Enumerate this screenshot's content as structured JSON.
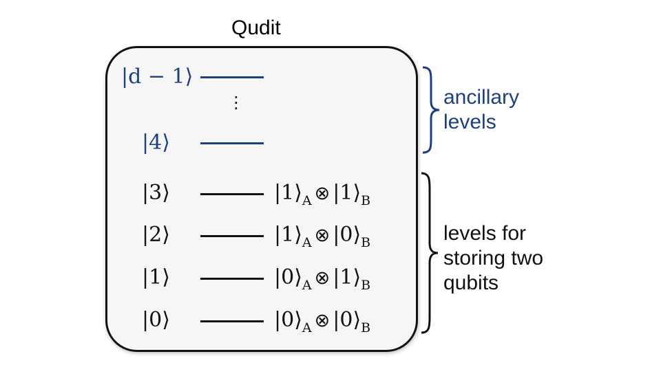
{
  "title": "Qudit",
  "ancillary_levels": [
    {
      "ket": "|d − 1⟩"
    },
    {
      "ket": "|4⟩"
    }
  ],
  "vdots": "⋮",
  "qubit_levels": [
    {
      "ket": "|3⟩",
      "a": "|1⟩",
      "b": "|1⟩"
    },
    {
      "ket": "|2⟩",
      "a": "|1⟩",
      "b": "|0⟩"
    },
    {
      "ket": "|1⟩",
      "a": "|0⟩",
      "b": "|1⟩"
    },
    {
      "ket": "|0⟩",
      "a": "|0⟩",
      "b": "|0⟩"
    }
  ],
  "subscripts": {
    "a": "A",
    "b": "B"
  },
  "tensor_symbol": "⊗",
  "labels": {
    "ancillary": [
      "ancillary",
      "levels"
    ],
    "storage": [
      "levels for",
      "storing two",
      "qubits"
    ]
  },
  "colors": {
    "ancillary": "#1d3f7f",
    "main": "#111111",
    "box_fill": "#f6f6f6"
  }
}
